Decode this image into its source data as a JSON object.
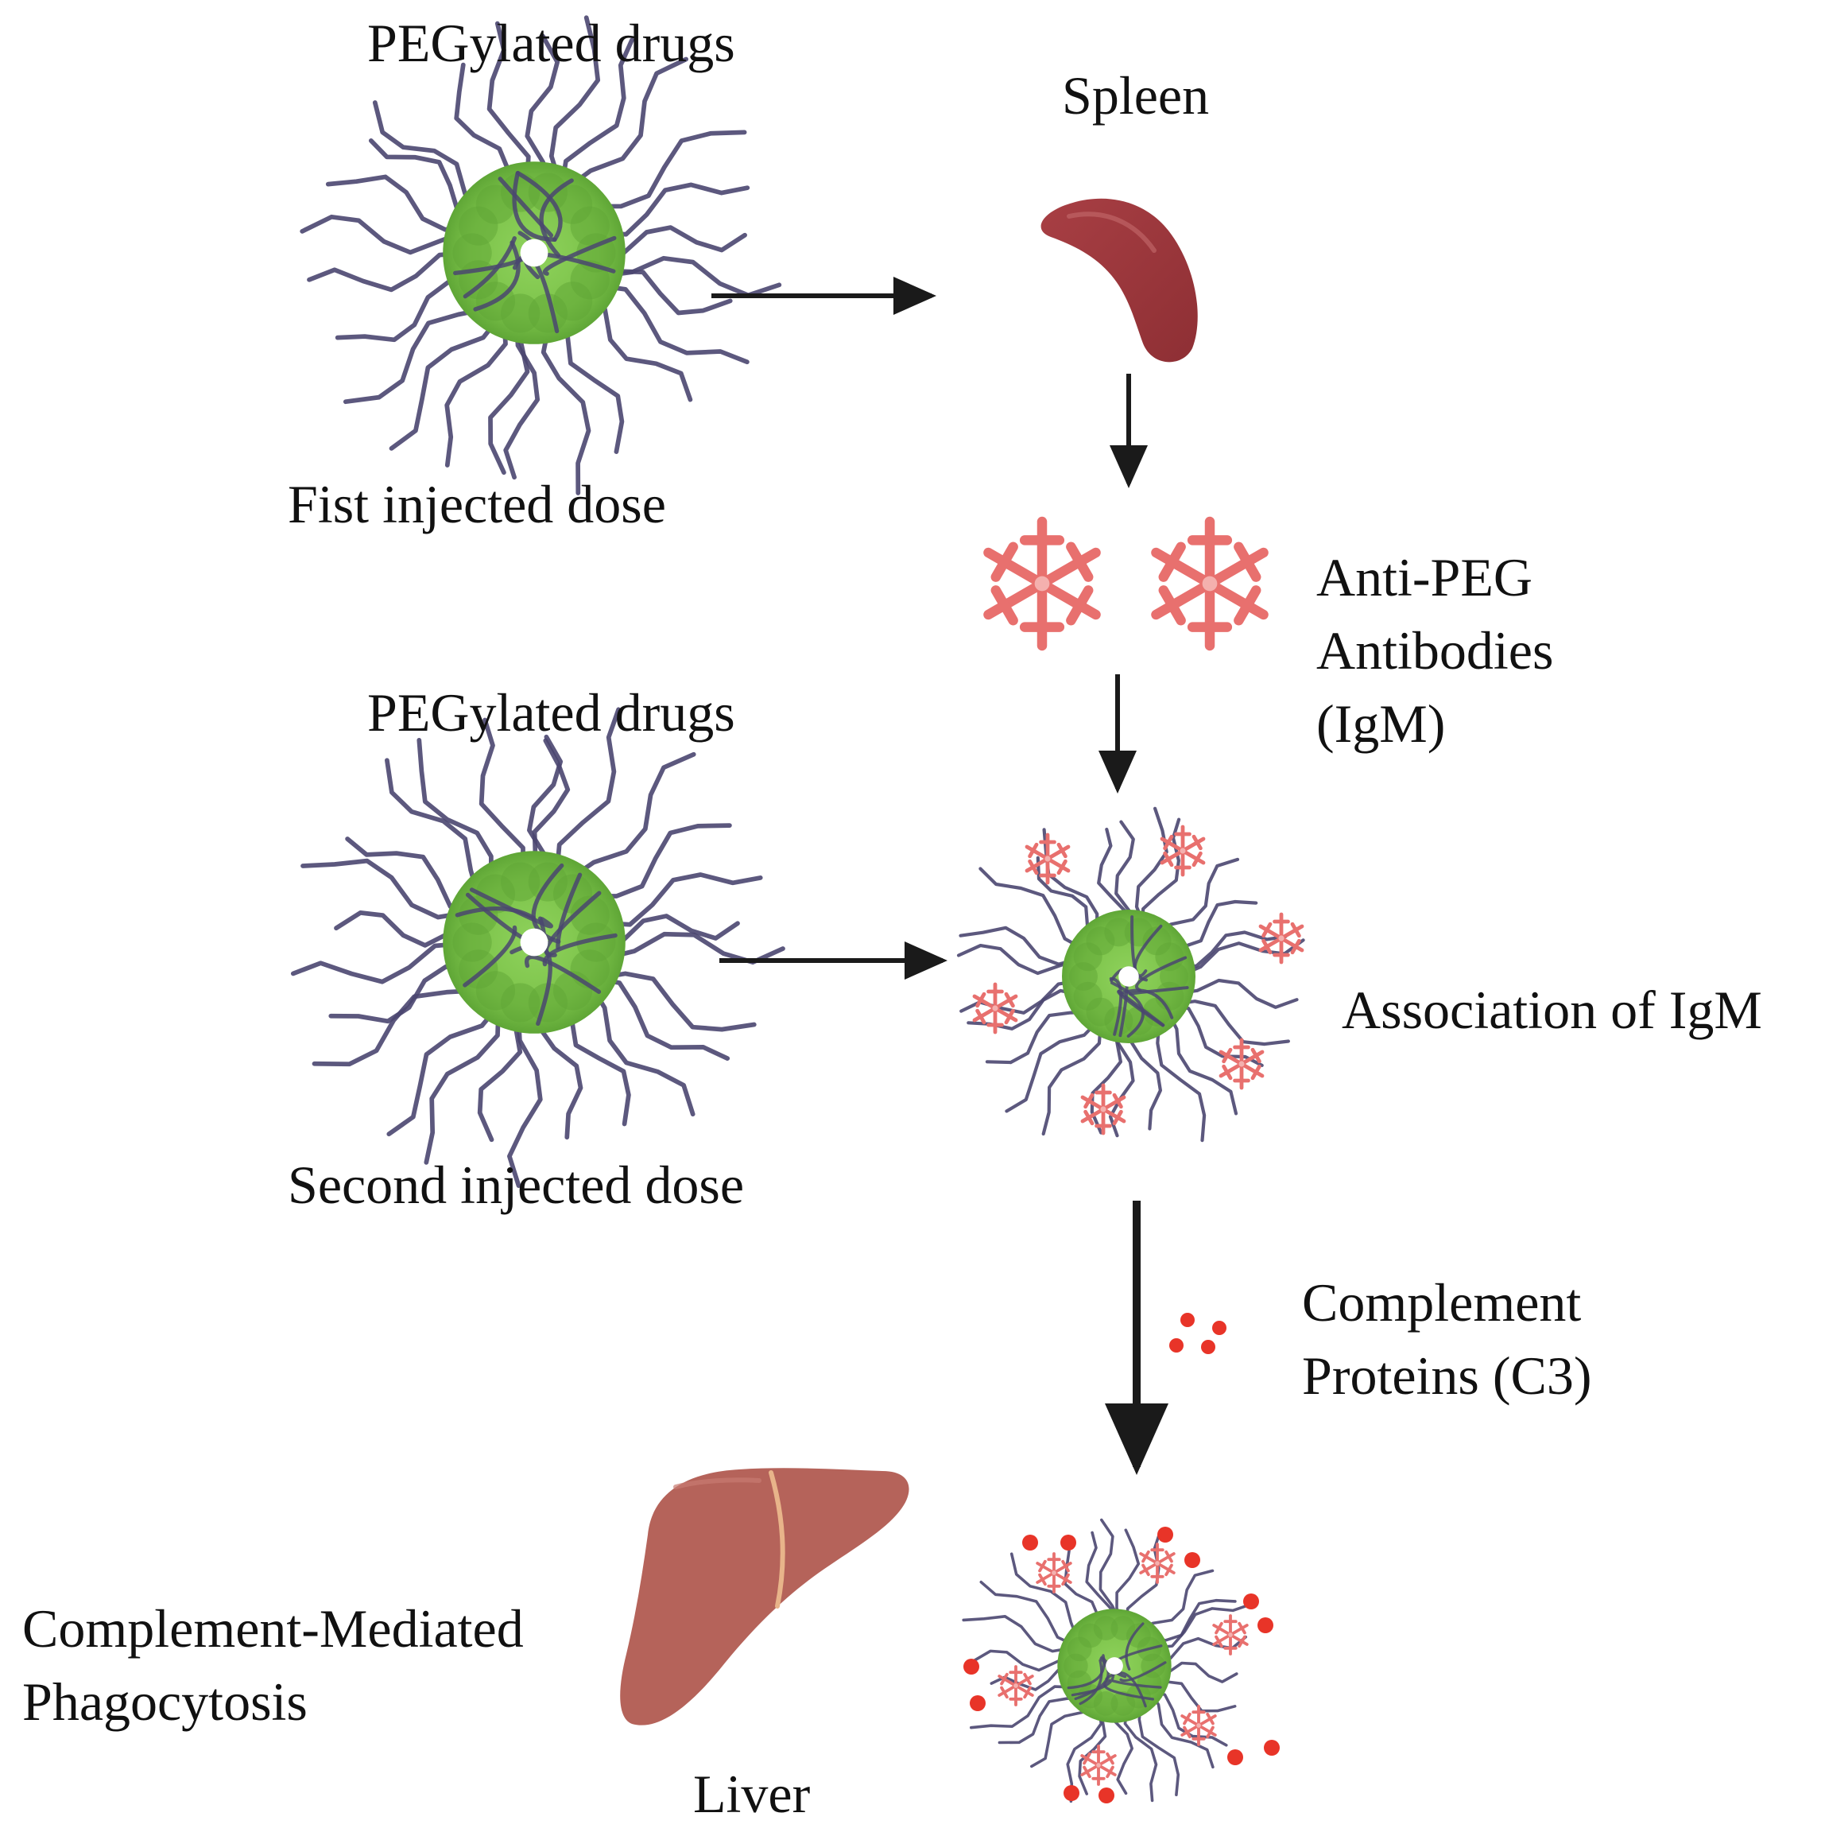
{
  "labels": {
    "pegylated_top": "PEGylated  drugs",
    "spleen": "Spleen",
    "first_dose": "Fist injected  dose",
    "anti_peg_1": "Anti-PEG",
    "anti_peg_2": "Antibodies",
    "anti_peg_3": "(IgM)",
    "pegylated_mid": "PEGylated  drugs",
    "association": "Association  of IgM",
    "second_dose": "Second injected  dose",
    "complement_1": "Complement",
    "complement_2": "Proteins  (C3)",
    "phagocytosis_1": "Complement-Mediated",
    "phagocytosis_2": "Phagocytosis",
    "liver": "Liver"
  },
  "colors": {
    "peg_chain": "#4a4670",
    "nanoparticle": "#7cc34a",
    "nanoparticle_dark": "#5fa636",
    "spleen": "#a23a3e",
    "liver": "#b5635a",
    "antibody": "#e8706e",
    "complement": "#e83428",
    "arrow": "#1a1a1a",
    "text": "#111111"
  },
  "icons": [
    "pegylated-nanoparticle-icon",
    "spleen-icon",
    "antibody-icon",
    "complement-protein-icon",
    "liver-icon"
  ]
}
